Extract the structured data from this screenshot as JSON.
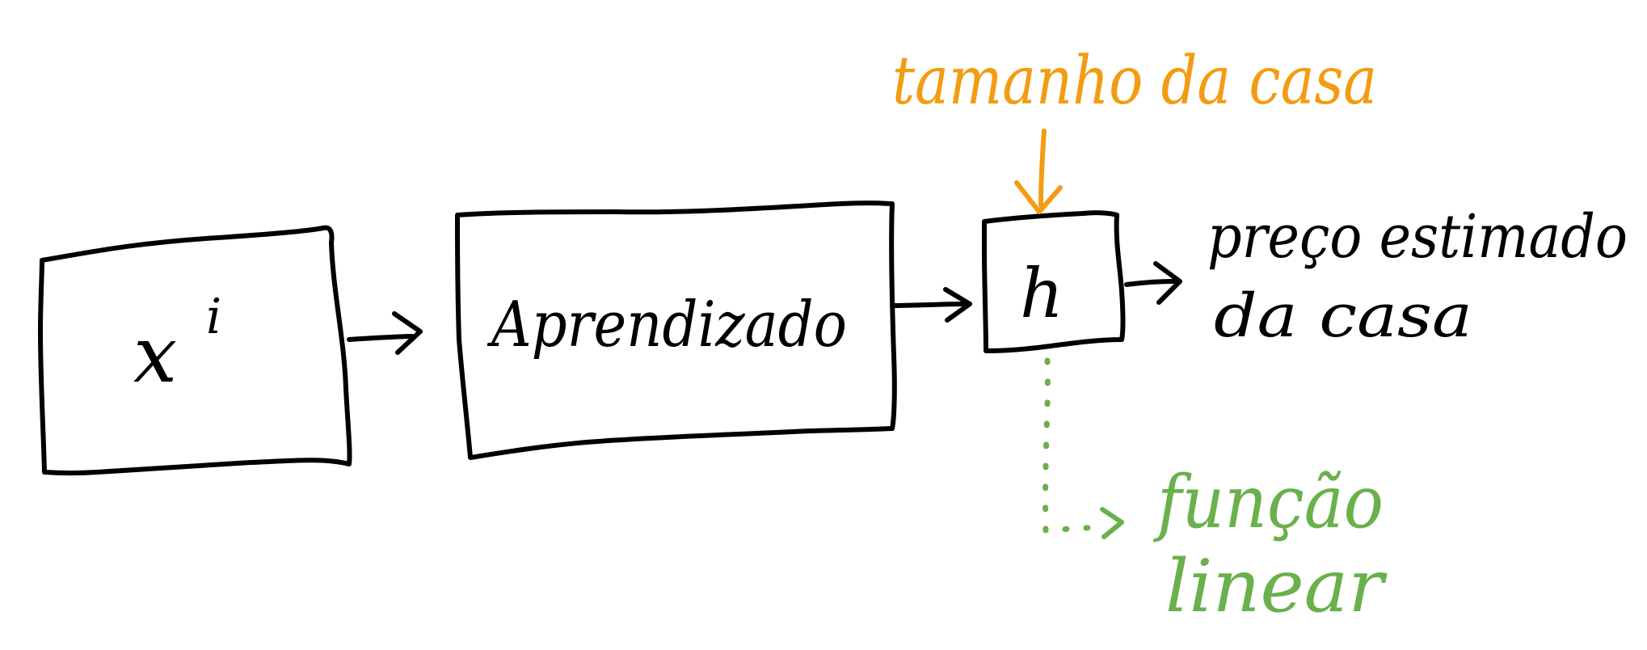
{
  "colors": {
    "ink": "#000000",
    "orange": "#f39c12",
    "green": "#6ab04c"
  },
  "diagram": {
    "input_box": {
      "label_base": "x",
      "label_sup": "i"
    },
    "learning_box": {
      "label": "Aprendizado"
    },
    "hypothesis_box": {
      "label": "h"
    },
    "input_annotation": {
      "text": "tamanho da casa"
    },
    "output_annotation": {
      "line1": "preço estimado",
      "line2": "da casa"
    },
    "function_annotation": {
      "line1": "função",
      "line2": "linear"
    }
  }
}
